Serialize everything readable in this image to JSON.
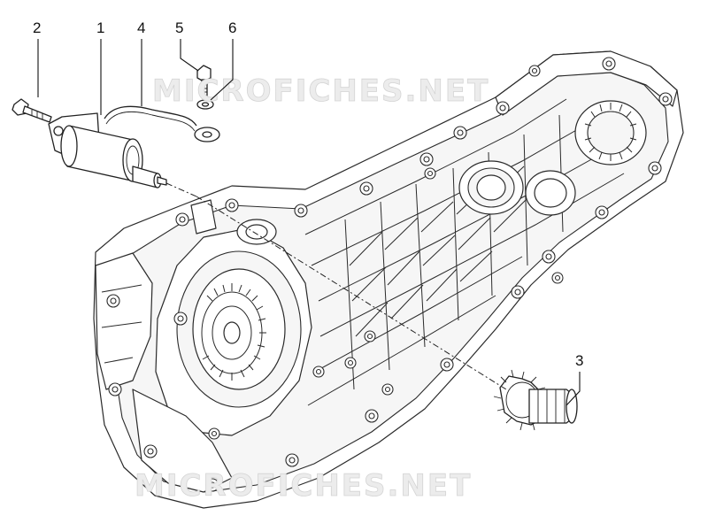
{
  "watermark": {
    "top": "MICROFICHES.NET",
    "bottom": "MICROFICHES.NET"
  },
  "callouts": {
    "c1": "1",
    "c2": "2",
    "c3": "3",
    "c4": "4",
    "c5": "5",
    "c6": "6"
  }
}
